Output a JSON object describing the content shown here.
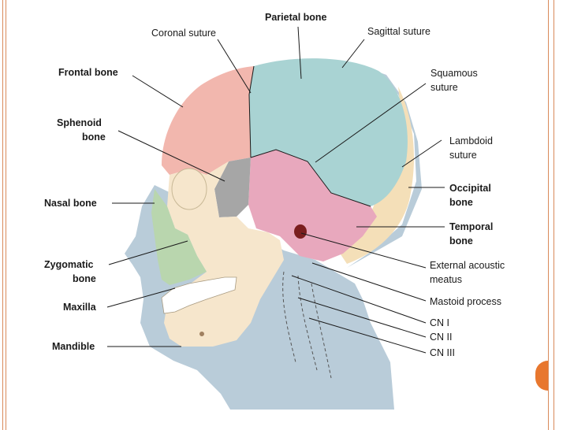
{
  "labels": {
    "parietal_bone": "Parietal bone",
    "coronal_suture": "Coronal suture",
    "sagittal_suture": "Sagittal suture",
    "frontal_bone": "Frontal bone",
    "squamous_suture_1": "Squamous",
    "squamous_suture_2": "suture",
    "sphenoid_bone_1": "Sphenoid",
    "sphenoid_bone_2": "bone",
    "lambdoid_suture_1": "Lambdoid",
    "lambdoid_suture_2": "suture",
    "nasal_bone": "Nasal bone",
    "occipital_bone_1": "Occipital",
    "occipital_bone_2": "bone",
    "temporal_bone_1": "Temporal",
    "temporal_bone_2": "bone",
    "zygomatic_bone_1": "Zygomatic",
    "zygomatic_bone_2": "bone",
    "external_acoustic_meatus_1": "External acoustic",
    "external_acoustic_meatus_2": "meatus",
    "maxilla": "Maxilla",
    "mastoid_process": "Mastoid process",
    "cn_i": "CN I",
    "cn_ii": "CN II",
    "mandible": "Mandible",
    "cn_iii": "CN III"
  },
  "colors": {
    "skin": "#b9ccd9",
    "frontal": "#f2b7ae",
    "parietal": "#a9d3d3",
    "temporal": "#e8a8bd",
    "sphenoid": "#a6a6a6",
    "occipital": "#f4dfb8",
    "facial": "#f6e6cc",
    "maxilla": "#b9d6ae",
    "accent": "#e8772e"
  }
}
